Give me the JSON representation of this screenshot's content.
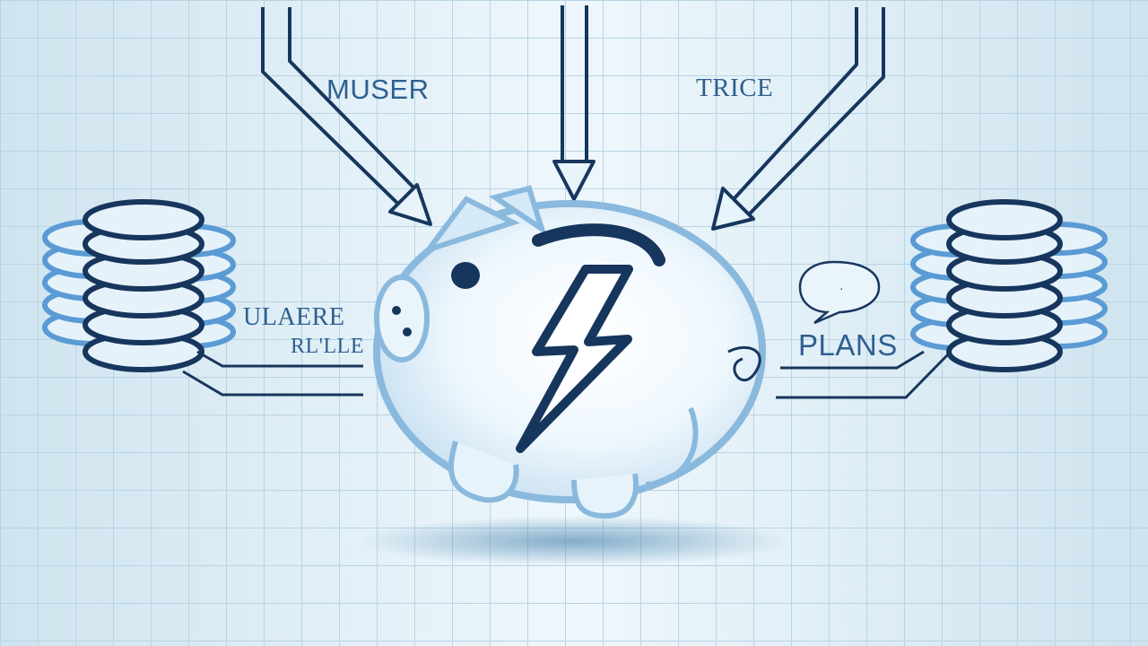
{
  "labels": {
    "user": "MUSER",
    "trice": "TRICE",
    "left_top": "ULAERE",
    "left_bottom": "RL'LLE",
    "plans": "PLANS"
  },
  "colors": {
    "background": "#d9ecf5",
    "grid": "#b7d2e2",
    "navy": "#17365d",
    "accent_blue": "#5a9bd5",
    "pig_glass": "#e8f4fb",
    "shadow": "#7faac4"
  },
  "icons": {
    "left_stack": "coin-stack-icon",
    "right_stack": "coin-stack-icon",
    "center": "piggy-bank-lightning-icon",
    "chat": "speech-bubble-icon"
  }
}
